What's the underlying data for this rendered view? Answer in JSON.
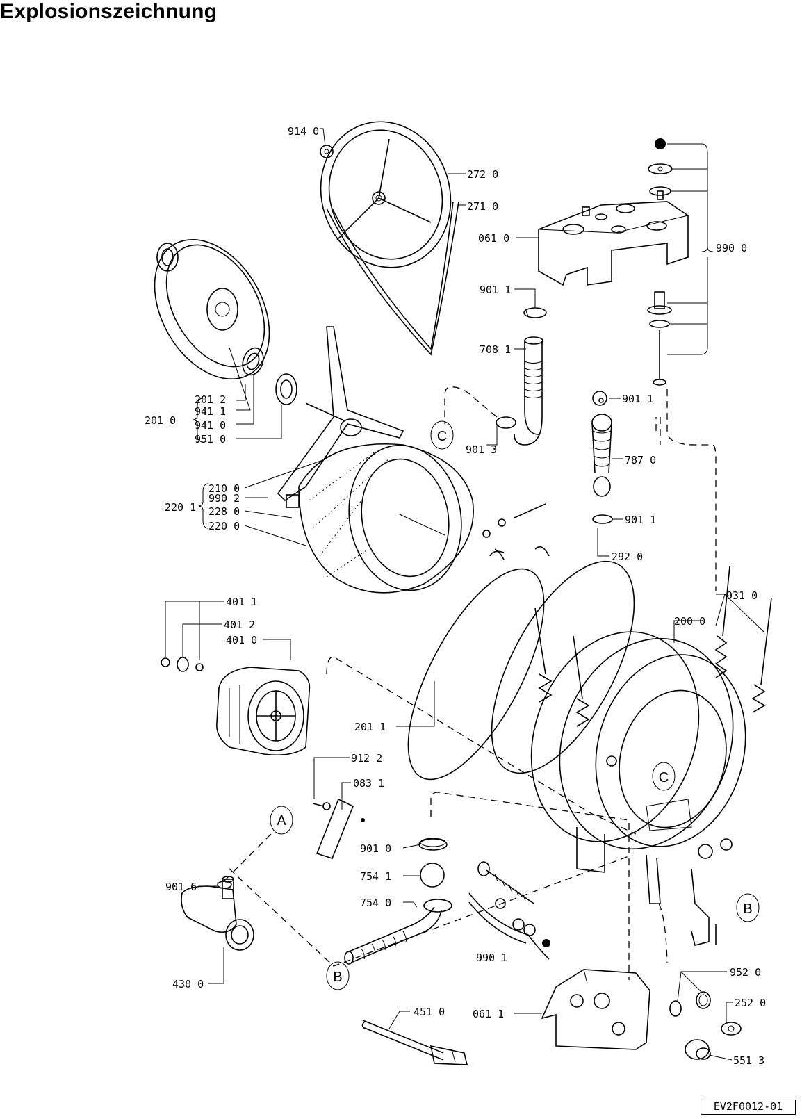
{
  "title": "Explosionszeichnung",
  "drawing_id": "EV2F0012-01",
  "labels": {
    "p9140": "914 0",
    "p2720": "272 0",
    "p2710": "271 0",
    "p0610": "061 0",
    "p9900": "990 0",
    "p9011a": "901 1",
    "p7081": "708 1",
    "p9011b": "901 1",
    "p9013": "901 3",
    "p7870": "787 0",
    "p9011c": "901 1",
    "p2012": "201 2",
    "p9411": "941 1",
    "p2010": "201 0",
    "p9410": "941 0",
    "p9510": "951 0",
    "p2100": "210 0",
    "p9902": "990 2",
    "p2201": "220 1",
    "p2280": "228 0",
    "p2200": "220 0",
    "p2920": "292 0",
    "p9310": "931 0",
    "p4011": "401 1",
    "p4012": "401 2",
    "p4010": "401 0",
    "p2000": "200 0",
    "p2011": "201 1",
    "p9122": "912 2",
    "p0831": "083 1",
    "p9010": "901 0",
    "p7541": "754 1",
    "p7540": "754 0",
    "p9016": "901 6",
    "p9901": "990 1",
    "p4300": "430 0",
    "p9520": "952 0",
    "p2520": "252 0",
    "p5513": "551 3",
    "p4510": "451 0",
    "p0611": "061 1"
  },
  "markers": {
    "a": "A",
    "b": "B",
    "c": "C"
  }
}
